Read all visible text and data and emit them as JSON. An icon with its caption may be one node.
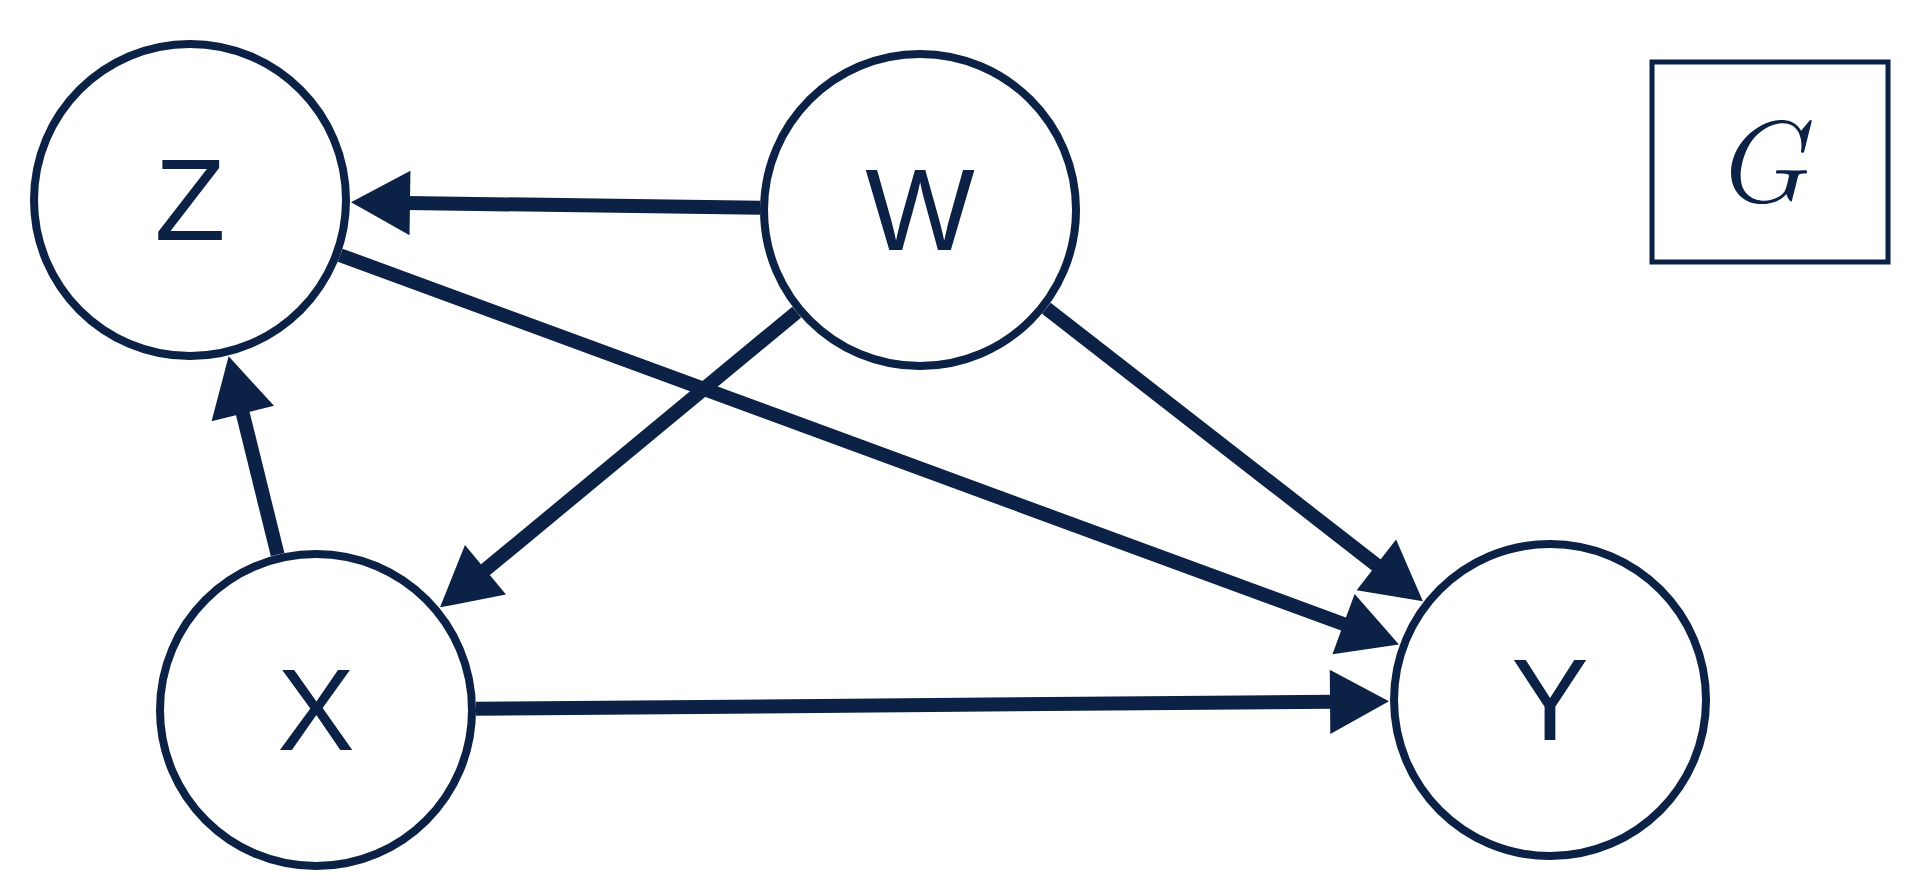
{
  "diagram": {
    "nodes": [
      {
        "text": [
          "Z"
        ]
      },
      {
        "text": [
          "W"
        ]
      },
      {
        "text": [
          "X"
        ]
      },
      {
        "text": [
          "Y"
        ]
      },
      {
        "text": [
          "G"
        ]
      }
    ],
    "edges": [
      {
        "from": 1,
        "to": 0,
        "arrow": "to"
      },
      {
        "from": 1,
        "to": 2,
        "arrow": "to"
      },
      {
        "from": 1,
        "to": 3,
        "arrow": "to"
      },
      {
        "from": 0,
        "to": 3,
        "arrow": "to"
      },
      {
        "from": 2,
        "to": 0,
        "arrow": "to"
      },
      {
        "from": 2,
        "to": 3,
        "arrow": "to"
      }
    ]
  }
}
